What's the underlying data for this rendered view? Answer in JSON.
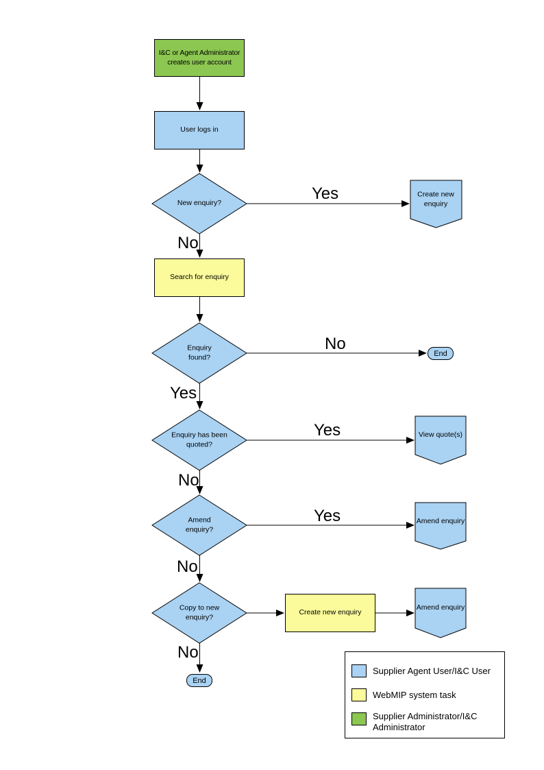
{
  "colors": {
    "blue": "#A9D2F3",
    "yellow": "#FBFB9B",
    "green": "#8CC751"
  },
  "flow": {
    "create_account": "I&C or Agent Administrator creates user account",
    "user_logs_in": "User logs in",
    "new_enquiry_q": "New enquiry?",
    "create_new_enquiry": "Create new enquiry",
    "search_for_enquiry": "Search for enquiry",
    "enquiry_found_q": "Enquiry found?",
    "end_right": "End",
    "enquiry_quoted_q": "Enquiry has been quoted?",
    "view_quotes": "View quote(s)",
    "amend_enquiry_q": "Amend enquiry?",
    "amend_enquiry": "Amend enquiry",
    "copy_to_new_q": "Copy to new enquiry?",
    "create_new_enquiry_2": "Create new enquiry",
    "amend_enquiry_2": "Amend enquiry",
    "end_bottom": "End"
  },
  "edge_labels": {
    "new_enquiry_yes": "Yes",
    "new_enquiry_no": "No",
    "enquiry_found_no": "No",
    "enquiry_found_yes": "Yes",
    "enquiry_quoted_yes": "Yes",
    "enquiry_quoted_no": "No",
    "amend_yes": "Yes",
    "amend_no": "No",
    "copy_no": "No"
  },
  "legend": {
    "items": [
      {
        "label": "Supplier Agent User/I&C User"
      },
      {
        "label": "WebMIP system task"
      },
      {
        "label": "Supplier Administrator/I&C Administrator"
      }
    ]
  }
}
